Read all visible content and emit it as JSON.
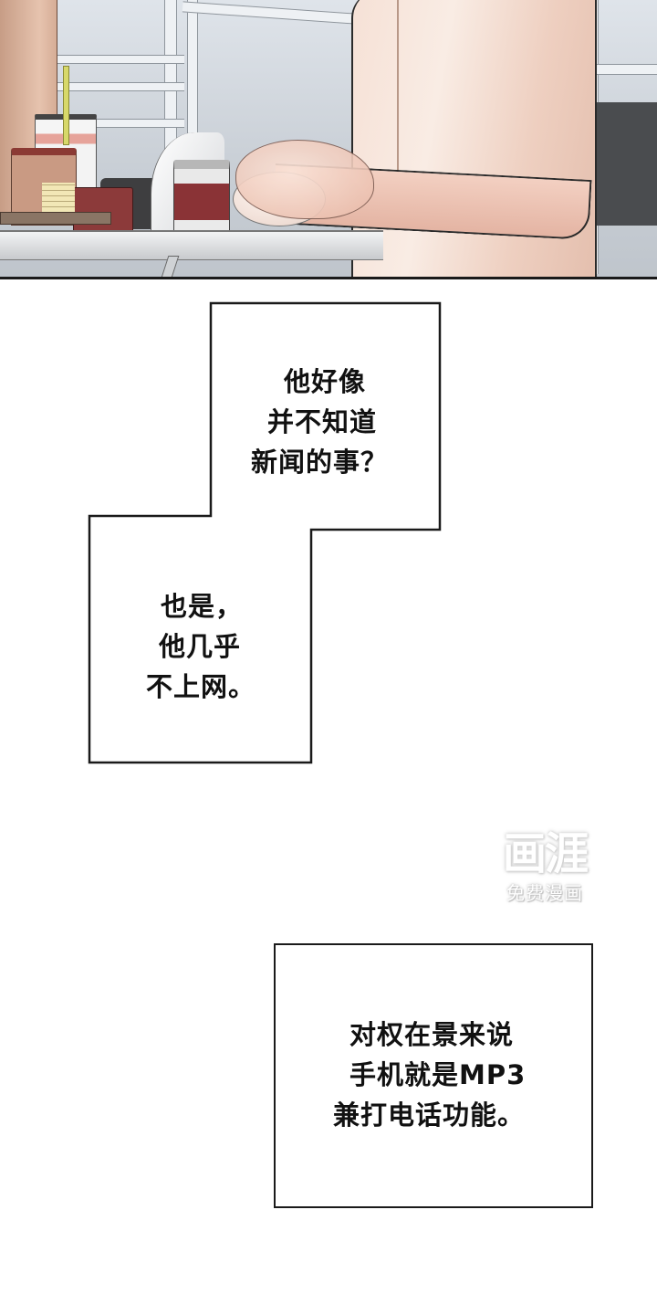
{
  "panel": {
    "description": "Man in pink shirt at a table holding a wrapped bun, with drinks, fries and coffee cup",
    "colors": {
      "shirt": "#f6e1d6",
      "background": "#c9cfd6",
      "coffee_sleeve": "#8a3336",
      "panel_border": "#1a1a1a"
    }
  },
  "captions": [
    {
      "id": "caption-1",
      "lines": [
        "他好像",
        "并不知道",
        "新闻的事？"
      ]
    },
    {
      "id": "caption-2",
      "lines": [
        "也是，",
        "他几乎",
        "不上网。"
      ]
    },
    {
      "id": "caption-3",
      "lines": [
        "对权在景来说",
        "手机就是MP3",
        "兼打电话功能。"
      ]
    }
  ],
  "watermark": {
    "logo": "画涯",
    "subtitle": "免费漫画"
  }
}
